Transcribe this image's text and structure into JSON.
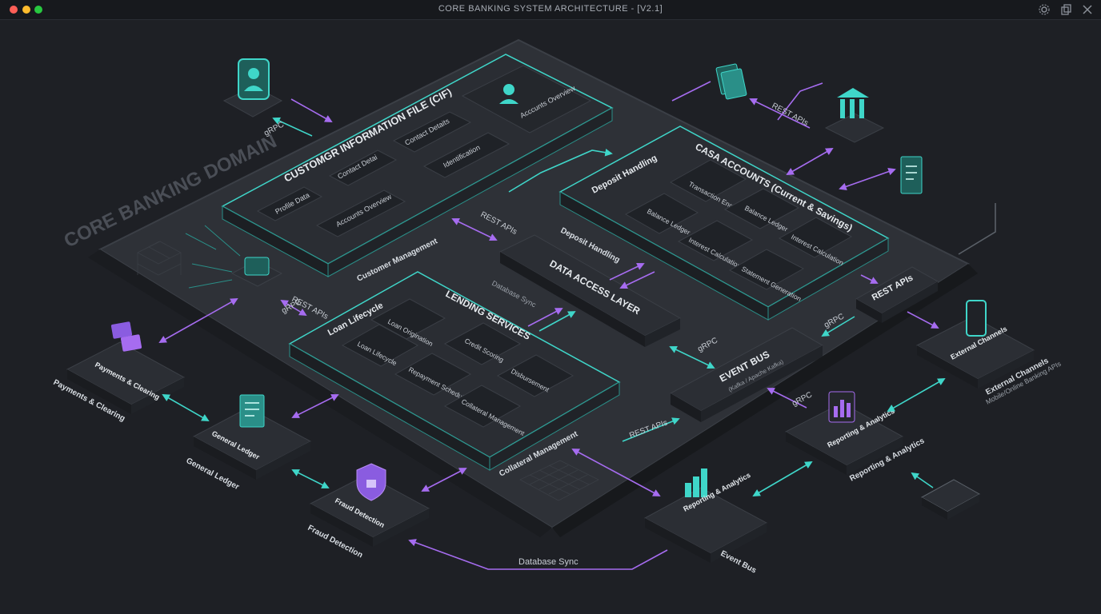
{
  "window": {
    "title": "CORE BANKING SYSTEM ARCHITECTURE - [V2.1]"
  },
  "colors": {
    "accent_teal": "#3fd6c9",
    "accent_purple": "#a66cf0",
    "panel": "#2a2d33",
    "panel_dark": "#1f2227"
  },
  "icons": {
    "settings": "gear-icon",
    "copy": "copy-icon",
    "close": "close-icon"
  },
  "domain": {
    "label": "CORE BANKING DOMAIN"
  },
  "cif": {
    "title": "CUSTOMGR INFORMATION FILE (CIF)",
    "items": [
      "Profile Data",
      "Contact Detai",
      "Contact Detaits",
      "Accounts Overview",
      "Identification"
    ],
    "card_label": "Acccunts Overview",
    "bottom_label": "Customer Management"
  },
  "casa": {
    "title": "CASA ACCOUNTS (Current & Savings)",
    "header_left": "Deposit Handling",
    "items": [
      "Transaction Engine",
      "Balance Ledger",
      "Balance Ledger",
      "Interest Calculation",
      "Interest Calculation",
      "Statement Generation"
    ],
    "bottom_label": "Deposit Handling"
  },
  "dal": {
    "title": "DATA ACCESS LAYER",
    "sync_label": "Database Sync"
  },
  "lending": {
    "title": "LENDING SERVICES",
    "header_left": "Loan Lifecycle",
    "items": [
      "Loan Origination",
      "Loan Lifecycle",
      "Credit Scoring",
      "Repayment Schedule",
      "Disbursement",
      "Collateral Management"
    ],
    "bottom_label": "Collateral Management"
  },
  "event_bus": {
    "title": "EVENT BUS",
    "subtitle": "(Kafka / Apache Kafka)"
  },
  "rest_module": {
    "title": "REST APIs"
  },
  "external": {
    "payments": {
      "card": "Payments & Clearing",
      "label": "Payments & Clearing"
    },
    "ledger": {
      "card": "General Ledger",
      "label": "General Ledger"
    },
    "fraud": {
      "card": "Fraud Detection",
      "label": "Fraud Detection"
    },
    "reporting_bottom": {
      "card": "Reporting & Analytics",
      "label": "Event Bus"
    },
    "reporting_right": {
      "card": "Reporting & Analytics",
      "label": "Reporting & Analytics"
    },
    "channels": {
      "card": "External Channels",
      "label": "External Channels",
      "sublabel": "Mobile/Online Banking APIs"
    }
  },
  "connectors": {
    "grpc": "gRPC",
    "rest": "REST APIs",
    "db_sync": "Database Sync"
  }
}
